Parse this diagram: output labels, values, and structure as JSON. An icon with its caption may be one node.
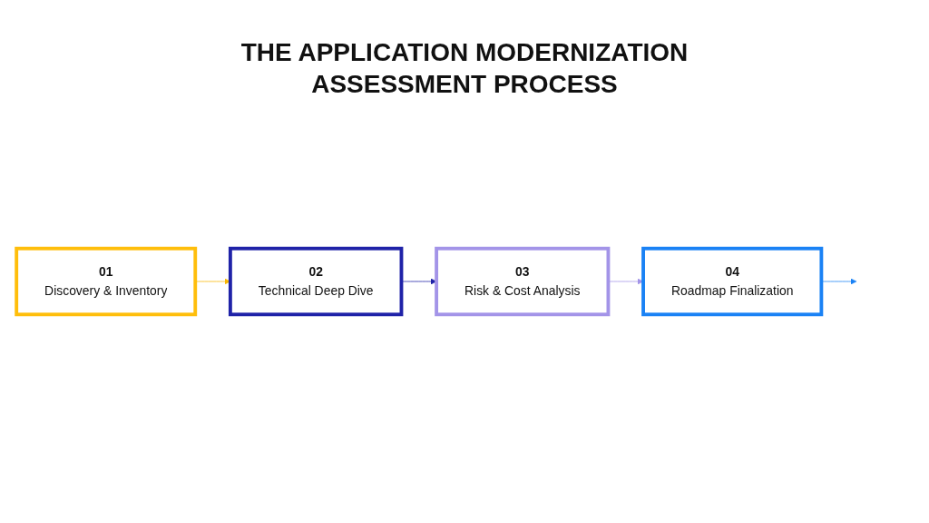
{
  "diagram": {
    "title": "THE APPLICATION MODERNIZATION ASSESSMENT PROCESS",
    "nodes": [
      {
        "text": [
          "01",
          "Discovery & Inventory"
        ]
      },
      {
        "text": [
          "02",
          "Technical Deep Dive"
        ]
      },
      {
        "text": [
          "03",
          "Risk & Cost Analysis"
        ]
      },
      {
        "text": [
          "04",
          "Roadmap Finalization"
        ]
      }
    ],
    "edges": [
      {
        "from": 0,
        "to": 1,
        "arrow": "to",
        "color": "#f9b800"
      },
      {
        "from": 1,
        "to": 2,
        "arrow": "to",
        "color": "#1f22a8"
      },
      {
        "from": 2,
        "to": 3,
        "arrow": "to",
        "color": "#a394e8"
      },
      {
        "from": 3,
        "to": null,
        "arrow": "to",
        "color": "#1a82f5"
      }
    ]
  }
}
